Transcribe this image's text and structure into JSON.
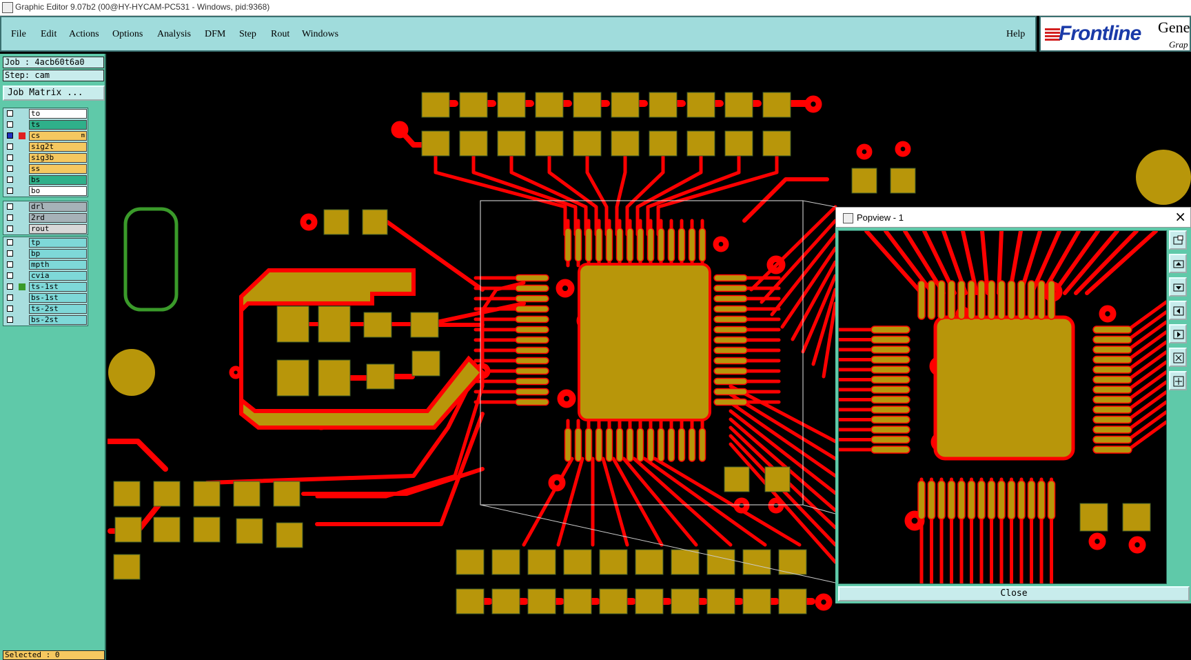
{
  "window": {
    "title": "Graphic Editor 9.07b2 (00@HY-HYCAM-PC531 - Windows, pid:9368)"
  },
  "menu": {
    "items": [
      "File",
      "Edit",
      "Actions",
      "Options",
      "Analysis",
      "DFM",
      "Step",
      "Rout",
      "Windows"
    ],
    "help": "Help"
  },
  "logo": {
    "brand": "Frontline",
    "product": "Gene",
    "subtitle": "Grap"
  },
  "job": {
    "label": "Job : 4acb60t6a0",
    "step": "Step: cam",
    "matrix_button": "Job Matrix ..."
  },
  "layers": {
    "group1": [
      {
        "name": "to",
        "color": "#ffffff",
        "checked": false
      },
      {
        "name": "ts",
        "color": "#2fb08a",
        "checked": false
      },
      {
        "name": "cs",
        "color": "#f5c860",
        "checked": true,
        "selected_color": "#e02020",
        "mark": "m"
      },
      {
        "name": "sig2t",
        "color": "#f5c860",
        "checked": false
      },
      {
        "name": "sig3b",
        "color": "#f5c860",
        "checked": false
      },
      {
        "name": "ss",
        "color": "#f5c860",
        "checked": false
      },
      {
        "name": "bs",
        "color": "#2fb08a",
        "checked": false
      },
      {
        "name": "bo",
        "color": "#ffffff",
        "checked": false
      }
    ],
    "group2": [
      {
        "name": "drl",
        "color": "#a6b2b8",
        "checked": false
      },
      {
        "name": "2rd",
        "color": "#a6b2b8",
        "checked": false
      },
      {
        "name": "rout",
        "color": "#d8d8d8",
        "checked": false
      }
    ],
    "group3": [
      {
        "name": "tp",
        "color": "#7ed8d8",
        "checked": false
      },
      {
        "name": "bp",
        "color": "#7ed8d8",
        "checked": false
      },
      {
        "name": "mpth",
        "color": "#7ed8d8",
        "checked": false
      },
      {
        "name": "cvia",
        "color": "#7ed8d8",
        "checked": false
      },
      {
        "name": "ts-1st",
        "color": "#7ed8d8",
        "checked": false,
        "selected_color": "#3a9a2a"
      },
      {
        "name": "bs-1st",
        "color": "#7ed8d8",
        "checked": false
      },
      {
        "name": "ts-2st",
        "color": "#7ed8d8",
        "checked": false
      },
      {
        "name": "bs-2st",
        "color": "#7ed8d8",
        "checked": false
      }
    ]
  },
  "status": {
    "selected": "Selected : 0"
  },
  "popview": {
    "title": "Popview - 1",
    "close_label": "Close"
  },
  "colors": {
    "copper": "#b8960a",
    "trace": "#ff0000",
    "panel": "#5fc9a9",
    "menubar": "#a0dcdc"
  }
}
